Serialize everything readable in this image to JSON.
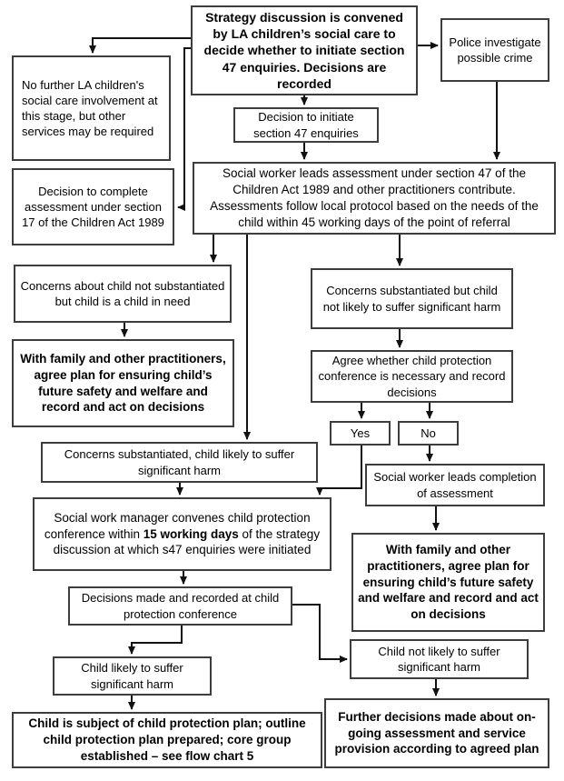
{
  "nodes": {
    "strategy": {
      "text": "Strategy discussion is convened by LA children’s social care to decide whether to initiate section 47 enquiries. Decisions are recorded"
    },
    "police": {
      "text": "Police investigate possible crime"
    },
    "no_further": {
      "text": "No further LA children's social care involvement at this stage, but other services may be required"
    },
    "decision_initiate": {
      "text": "Decision to initiate section 47 enquiries"
    },
    "decision_s17": {
      "text": "Decision to complete assessment under section 17 of the Children Act 1989"
    },
    "sw_assessment": {
      "text": "Social worker leads assessment under section 47 of the Children Act 1989 and other practitioners contribute. Assessments follow local protocol based on the needs of the child within 45 working days of the point of referral"
    },
    "concerns_not_sub": {
      "text": "Concerns about child not substantiated but child is a child in need"
    },
    "concerns_sub_notlikely": {
      "text": "Concerns substantiated but child not likely to suffer significant harm"
    },
    "with_family_left": {
      "text": "With family and other practitioners, agree plan for ensuring child’s future safety and welfare and record and act on decisions"
    },
    "agree_conference": {
      "text": "Agree whether child protection conference is necessary and record decisions"
    },
    "yes": {
      "text": "Yes"
    },
    "no": {
      "text": "No"
    },
    "concerns_sub_likely": {
      "text": "Concerns substantiated, child likely to suffer significant harm"
    },
    "sw_completion": {
      "text": "Social worker leads completion of assessment"
    },
    "swm_conference": {
      "pre": "Social work manager convenes child protection conference within ",
      "bold": "15 working days",
      "post": " of the strategy discussion at which s47 enquiries were initiated"
    },
    "with_family_right": {
      "text": "With family and other practitioners, agree plan for ensuring child’s future safety and welfare and record and act on decisions"
    },
    "decisions_recorded": {
      "text": "Decisions made and recorded at child protection conference"
    },
    "child_likely": {
      "text": "Child likely to suffer significant harm"
    },
    "child_not_likely": {
      "text": "Child not likely to suffer significant harm"
    },
    "child_subject": {
      "text": "Child is subject of child protection plan; outline child protection plan prepared; core group established – see flow chart 5"
    },
    "further_decisions": {
      "text": "Further decisions made about on-going assessment and service provision according to agreed plan"
    }
  },
  "colors": {
    "background": "#ffffff",
    "box_border": "#3d3d3d",
    "line": "#111111",
    "text": "#000000"
  }
}
